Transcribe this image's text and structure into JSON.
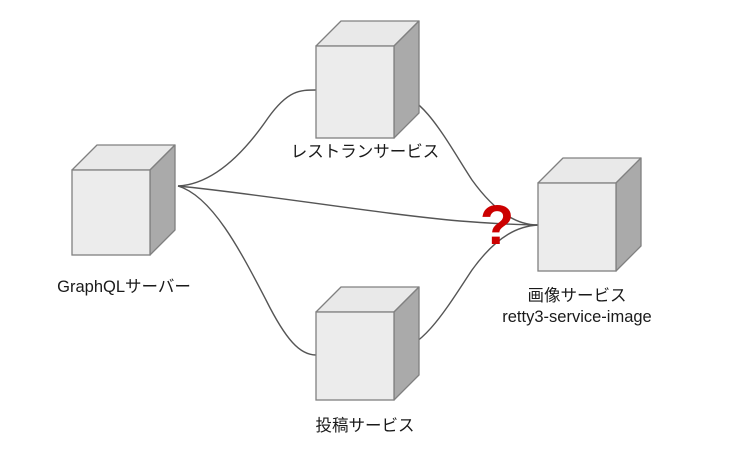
{
  "diagram": {
    "type": "architecture-diagram",
    "background_color": "#ffffff",
    "palette": {
      "cube_front": "#ECECEC",
      "cube_top": "#E9E9E9",
      "cube_side": "#AAAAAA",
      "cube_stroke": "#808080",
      "edge_stroke": "#555555",
      "question_mark": "#CC0000",
      "label_color": "#1a1a1a"
    },
    "nodes": [
      {
        "id": "graphql-server",
        "label": "GraphQLサーバー",
        "sublabel": "",
        "shape": "cube"
      },
      {
        "id": "restaurant-service",
        "label": "レストランサービス",
        "sublabel": "",
        "shape": "cube"
      },
      {
        "id": "post-service",
        "label": "投稿サービス",
        "sublabel": "",
        "shape": "cube"
      },
      {
        "id": "image-service",
        "label": "画像サービス",
        "sublabel": "retty3-service-image",
        "shape": "cube"
      }
    ],
    "edges": [
      {
        "id": "edge-graphql-restaurant",
        "from": "graphql-server",
        "to": "restaurant-service"
      },
      {
        "id": "edge-graphql-image-direct",
        "from": "graphql-server",
        "to": "image-service"
      },
      {
        "id": "edge-graphql-post",
        "from": "graphql-server",
        "to": "post-service"
      },
      {
        "id": "edge-restaurant-image",
        "from": "restaurant-service",
        "to": "image-service"
      },
      {
        "id": "edge-post-image",
        "from": "post-service",
        "to": "image-service"
      }
    ],
    "annotations": [
      {
        "id": "question-mark",
        "glyph": "?",
        "color": "#CC0000"
      }
    ]
  }
}
